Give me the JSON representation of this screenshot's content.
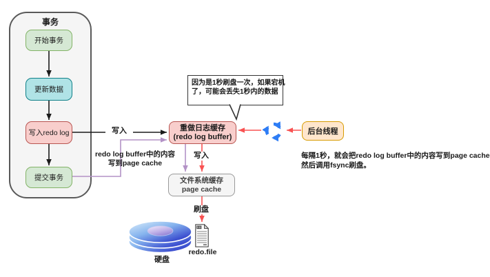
{
  "transaction": {
    "title": "事务",
    "steps": [
      "开始事务",
      "更新数据",
      "写入redo log",
      "提交事务"
    ]
  },
  "buffer": {
    "line1": "重做日志缓存",
    "line2": "(redo log buffer)"
  },
  "callout": {
    "line1": "因为是1秒刷盘一次，如果宕机",
    "line2": "了，可能会丢失1秒内的数据"
  },
  "thread": {
    "label": "后台线程",
    "note_line1": "每隔1秒，就会把redo log buffer中的内容写到page cache，",
    "note_line2": "然后调用fsync刷盘。"
  },
  "page_cache": {
    "line1": "文件系统缓存",
    "line2": "page cache"
  },
  "labels": {
    "write": "写入",
    "write_down": "写入",
    "flush": "刷盘",
    "commit_line1": "redo log buffer中的内容",
    "commit_line2": "写到page cache",
    "disk": "硬盘",
    "redo_file": "redo.file"
  },
  "colors": {
    "green_fill": "#d5e8d4",
    "green_stroke": "#82b366",
    "cyan_fill": "#b0e3e6",
    "cyan_stroke": "#0e8088",
    "pink_fill": "#f8cecc",
    "pink_stroke": "#b85450",
    "orange_fill": "#ffe6cc",
    "orange_stroke": "#d79b00",
    "container_fill": "#f5f5f5",
    "container_stroke": "#595959",
    "purple_arrow": "#b392c6",
    "red_arrow": "#f95252",
    "black_arrow": "#1a1a1a",
    "sync_blue": "#2e7df5"
  }
}
